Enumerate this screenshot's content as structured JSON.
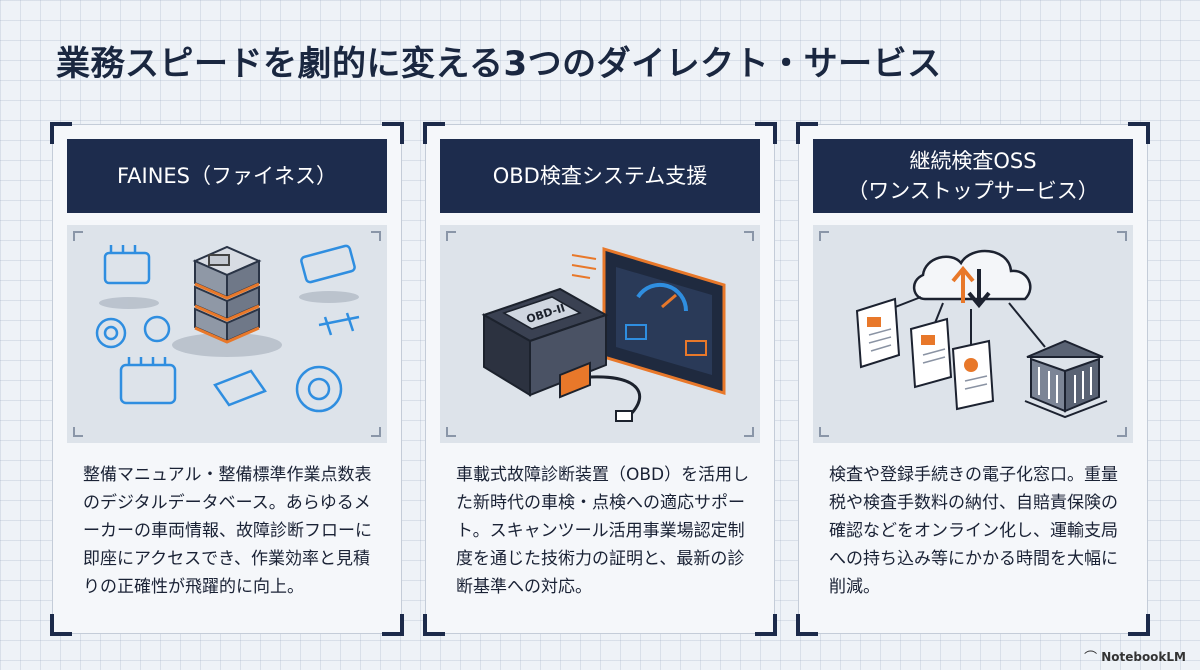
{
  "title": "業務スピードを劇的に変える3つのダイレクト・サービス",
  "cards": [
    {
      "title_lines": [
        "FAINES（ファイネス）"
      ],
      "illustration": "parts-database-icon",
      "description": "整備マニュアル・整備標準作業点数表のデジタルデータベース。あらゆるメーカーの車両情報、故障診断フローに即座にアクセスでき、作業効率と見積りの正確性が飛躍的に向上。"
    },
    {
      "title_lines": [
        "OBD検査システム支援"
      ],
      "illustration": "obd-scanner-icon",
      "scanner_label": "OBD-II",
      "description": "車載式故障診断装置（OBD）を活用した新時代の車検・点検への適応サポート。スキャンツール活用事業場認定制度を通じた技術力の証明と、最新の診断基準への対応。"
    },
    {
      "title_lines": [
        "継続検査OSS",
        "（ワンストップサービス）"
      ],
      "illustration": "cloud-documents-icon",
      "description": "検査や登録手続きの電子化窓口。重量税や検査手数料の納付、自賠責保険の確認などをオンライン化し、運輸支局への持ち込み等にかかる時間を大幅に削減。"
    }
  ],
  "brand": "NotebookLM",
  "colors": {
    "navy": "#1d2c4d",
    "accent_blue": "#2f8ee0",
    "accent_orange": "#e8782a"
  }
}
